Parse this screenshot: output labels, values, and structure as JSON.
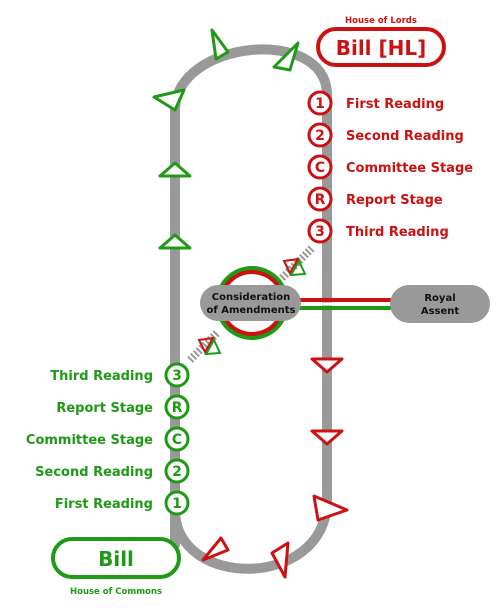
{
  "colors": {
    "commons": "#1f9a16",
    "lords": "#cc1111",
    "track": "#999999",
    "pill_grey": "#999999",
    "dark_text": "#111111",
    "white": "#ffffff"
  },
  "lords": {
    "chamber_label": "House of Lords",
    "bill_label": "Bill [HL]",
    "stages": [
      {
        "badge": "1",
        "label": "First Reading"
      },
      {
        "badge": "2",
        "label": "Second Reading"
      },
      {
        "badge": "C",
        "label": "Committee Stage"
      },
      {
        "badge": "R",
        "label": "Report Stage"
      },
      {
        "badge": "3",
        "label": "Third Reading"
      }
    ]
  },
  "commons": {
    "chamber_label": "House of Commons",
    "bill_label": "Bill",
    "stages": [
      {
        "badge": "3",
        "label": "Third Reading"
      },
      {
        "badge": "R",
        "label": "Report Stage"
      },
      {
        "badge": "C",
        "label": "Committee Stage"
      },
      {
        "badge": "2",
        "label": "Second Reading"
      },
      {
        "badge": "1",
        "label": "First Reading"
      }
    ]
  },
  "amendments": {
    "line1": "Consideration",
    "line2": "of Amendments"
  },
  "royal_assent": {
    "line1": "Royal",
    "line2": "Assent"
  }
}
